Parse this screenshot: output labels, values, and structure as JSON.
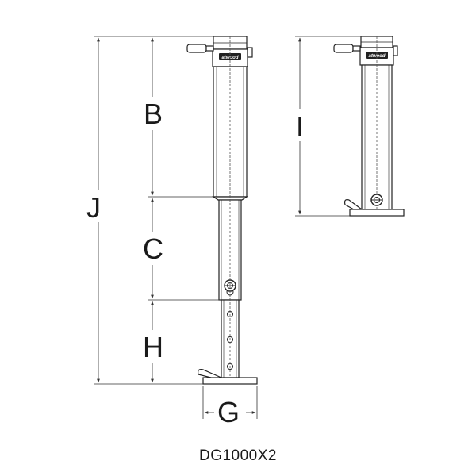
{
  "dimensions": {
    "b": "B",
    "c": "C",
    "h": "H",
    "j": "J",
    "g": "G",
    "i": "I"
  },
  "logo_text": "atwood",
  "model_label": "DG1000X2",
  "colors": {
    "line": "#222222",
    "background": "#ffffff"
  }
}
